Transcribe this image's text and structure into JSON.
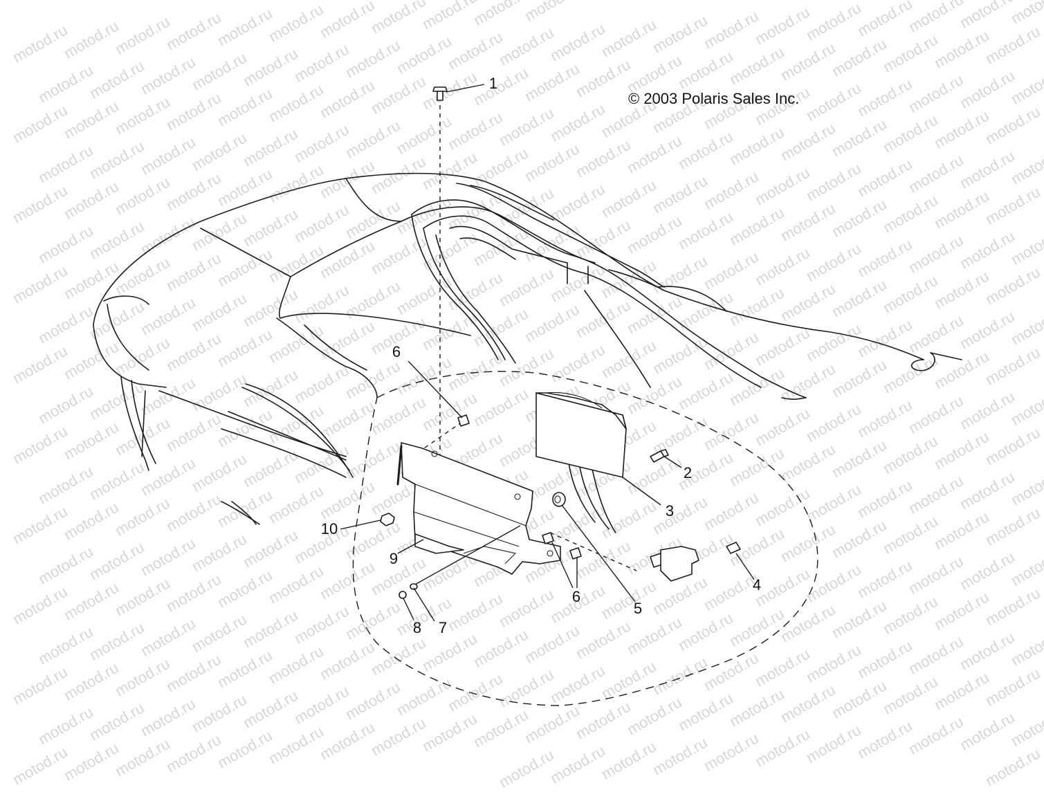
{
  "copyright": "© 2003 Polaris Sales Inc.",
  "watermark_text": "motod.ru",
  "callouts": [
    "1",
    "2",
    "3",
    "4",
    "5",
    "6",
    "6",
    "7",
    "8",
    "9",
    "10"
  ]
}
